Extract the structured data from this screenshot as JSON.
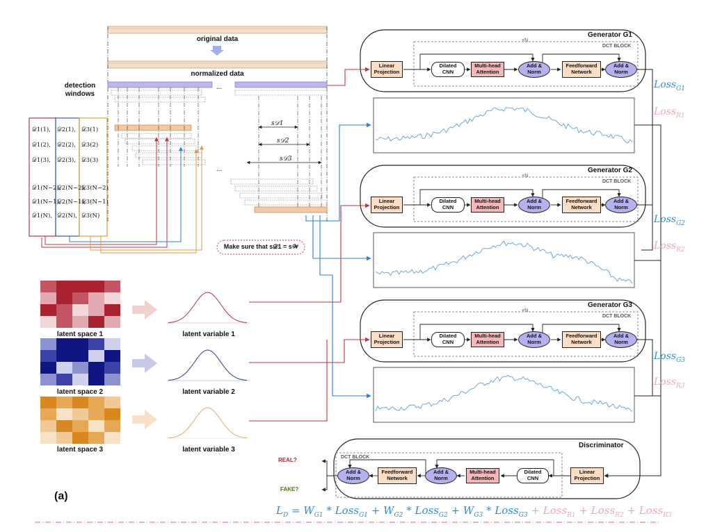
{
  "panel_label": "(a)",
  "data_labels": {
    "original": "original data",
    "normalized": "normalized data",
    "detection_windows": "detection\nwindows",
    "ellipsis": "..."
  },
  "windows": [
    {
      "name": "D1",
      "entries": [
        "𝒟1(1),",
        "𝒟1(2),",
        "𝒟1(3),",
        "𝒟1(N−2),",
        "𝒟1(N−1),",
        "𝒟1(N),"
      ],
      "color": "#b03a48"
    },
    {
      "name": "D2",
      "entries": [
        "𝒟2(1),",
        "𝒟2(2),",
        "𝒟2(3),",
        "𝒟2(N−2),",
        "𝒟2(N−1),",
        "𝒟2(N),"
      ],
      "color": "#2f5fa8"
    },
    {
      "name": "D3",
      "entries": [
        "𝒟3(1)",
        "𝒟3(2)",
        "𝒟3(3)",
        "𝒟3(N−2)",
        "𝒟3(N−1)",
        "𝒟3(N)"
      ],
      "color": "#e0a040"
    }
  ],
  "strides": {
    "s1": "s𝒟1",
    "s2": "s𝒟2",
    "s3": "s𝒟3"
  },
  "note": "Make sure that s𝒟1 = s𝒲",
  "latent": [
    {
      "space": "latent space 1",
      "variable": "latent variable 1",
      "color": "#b5323f"
    },
    {
      "space": "latent space 2",
      "variable": "latent variable 2",
      "color": "#2a3c9a"
    },
    {
      "space": "latent space 3",
      "variable": "latent variable 3",
      "color": "#e8a867"
    }
  ],
  "generators": [
    {
      "title": "Generator G1",
      "loss_g": "Loss",
      "loss_g_sub": "G1",
      "loss_r": "Loss",
      "loss_r_sub": "R1"
    },
    {
      "title": "Generator G2",
      "loss_g": "Loss",
      "loss_g_sub": "G2",
      "loss_r": "Loss",
      "loss_r_sub": "R2"
    },
    {
      "title": "Generator G3",
      "loss_g": "Loss",
      "loss_g_sub": "G3",
      "loss_r": "Loss",
      "loss_r_sub": "R3"
    }
  ],
  "block_labels": {
    "linear": "Linear\nProjection",
    "cnn": "Dilated\nCNN",
    "mha": "Multi-head\nAttention",
    "addnorm": "Add &\nNorm",
    "ffn": "Feedforward\nNetwork",
    "dct": "DCT BLOCK",
    "xn": "×N"
  },
  "discriminator": {
    "title": "Discriminator",
    "real": "REAL?",
    "fake": "FAKE?"
  },
  "formula": {
    "lhs": "L",
    "lhs_sub": "D",
    "blue_part": [
      {
        "w": "W",
        "w_sub": "G1",
        "l": "Loss",
        "l_sub": "G1"
      },
      {
        "w": "W",
        "w_sub": "G2",
        "l": "Loss",
        "l_sub": "G2"
      },
      {
        "w": "W",
        "w_sub": "G3",
        "l": "Loss",
        "l_sub": "G3"
      }
    ],
    "pink_part": [
      {
        "l": "Loss",
        "l_sub": "R1"
      },
      {
        "l": "Loss",
        "l_sub": "R2"
      },
      {
        "l": "Loss",
        "l_sub": "R3"
      }
    ]
  },
  "colors": {
    "blue": "#2a8fd6",
    "pink": "#f1a7ae",
    "red_line": "#c0343f",
    "blue_line": "#2a7fd6",
    "orange_line": "#e29a3c",
    "real": "#b0252e",
    "fake": "#3d7a1c"
  }
}
